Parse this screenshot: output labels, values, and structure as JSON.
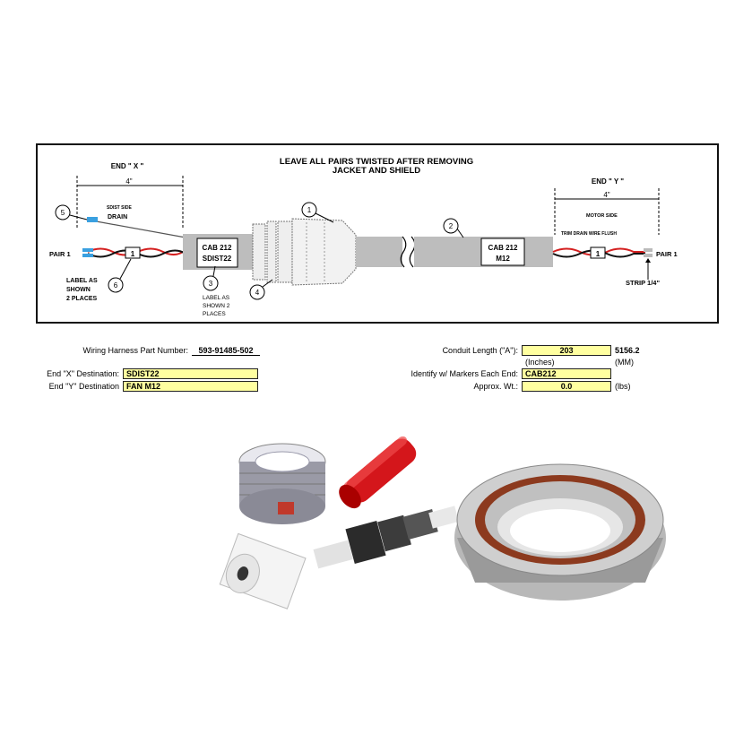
{
  "diagram": {
    "title_line1": "LEAVE ALL PAIRS TWISTED AFTER REMOVING",
    "title_line2": "JACKET AND SHIELD",
    "end_x_label": "END \" X \"",
    "end_x_dim": "4\"",
    "end_y_label": "END \" Y \"",
    "end_y_dim": "4\"",
    "sdist_side": "SDIST SIDE",
    "drain": "DRAIN",
    "pair_left": "PAIR 1",
    "pair_right": "PAIR 1",
    "marker_1": "1",
    "label_as_shown_left": [
      "LABEL AS",
      "SHOWN",
      "2 PLACES"
    ],
    "label_as_shown_mid": [
      "LABEL AS",
      "SHOWN 2",
      "PLACES"
    ],
    "cab_left_line1": "CAB 212",
    "cab_left_line2": "SDIST22",
    "cab_right_line1": "CAB 212",
    "cab_right_line2": "M12",
    "motor_side": "MOTOR SIDE",
    "trim_drain": "TRIM DRAIN WIRE FLUSH",
    "strip": "STRIP 1/4\"",
    "callouts": [
      "1",
      "2",
      "3",
      "4",
      "5",
      "6"
    ]
  },
  "form": {
    "part_number_label": "Wiring Harness Part Number:",
    "part_number_value": "593-91485-502",
    "end_x_dest_label": "End \"X\" Destination:",
    "end_x_dest_value": "SDIST22",
    "end_y_dest_label": "End \"Y\" Destination",
    "end_y_dest_value": "FAN M12",
    "conduit_length_label": "Conduit Length (\"A\"):",
    "conduit_length_inches": "203",
    "conduit_length_mm": "5156.2",
    "inches_unit": "(Inches)",
    "mm_unit": "(MM)",
    "identify_label": "Identify w/ Markers Each End:",
    "identify_value": "CAB212",
    "weight_label": "Approx. Wt.:",
    "weight_value": "0.0",
    "weight_unit": "(lbs)"
  },
  "colors": {
    "field_fill": "#ffffa0",
    "cable_gray": "#bdbdbd",
    "wire_red": "#d42020",
    "wire_black": "#111111",
    "drain_blue": "#3aa0e0"
  }
}
